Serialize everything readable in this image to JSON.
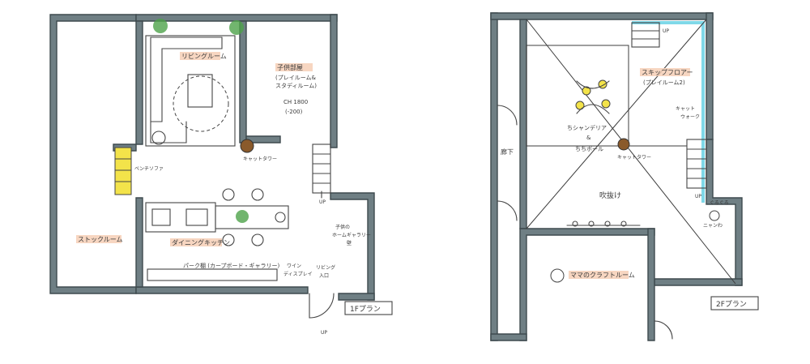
{
  "plan1f": {
    "title": "1Fプラン",
    "rooms": {
      "living": "リビングルーム",
      "kids": "子供部屋",
      "kids_note1": "(プレイルーム&",
      "kids_note2": "スタディルーム)",
      "ch": "CH 1800",
      "ch2": "(-200)",
      "cat_tower": "キャットタワー",
      "bench": "ベンチソファ",
      "storage": "ストックルーム",
      "dining": "ダイニングキッチン",
      "kids_gallery1": "子供の",
      "kids_gallery2": "ホームギャラリー",
      "kids_gallery3": "壁",
      "pantry": "パーク棚 (カープボード・ギャラリー)",
      "wine1": "ワイン",
      "wine2": "ディスプレイ",
      "living_step": "リビング",
      "living_step2": "入口",
      "up1": "UP",
      "up2": "UP"
    }
  },
  "plan2f": {
    "title": "2Fプラン",
    "rooms": {
      "skip": "スキップフロアー",
      "skip_sub": "(プレイルーム2)",
      "up_top": "UP",
      "catwalk1": "キャット",
      "catwalk2": "ウォーク",
      "chandelier": "ちシャンデリア",
      "and": "&",
      "pole": "ちちポール",
      "cat_tower": "キャットタワー",
      "hall": "廊下",
      "fukinuke": "吹抜け",
      "mama": "ママのクラフトルーム",
      "up_bottom": "UP",
      "cat_note": "ぐるぐる",
      "cat_note2": "ニャンわ"
    }
  },
  "colors": {
    "wall": "#6f7f84",
    "highlight": "#f6cfb6",
    "yellow": "#f3e34a",
    "green": "#4ea24a",
    "cyan": "#7fd8e8"
  }
}
